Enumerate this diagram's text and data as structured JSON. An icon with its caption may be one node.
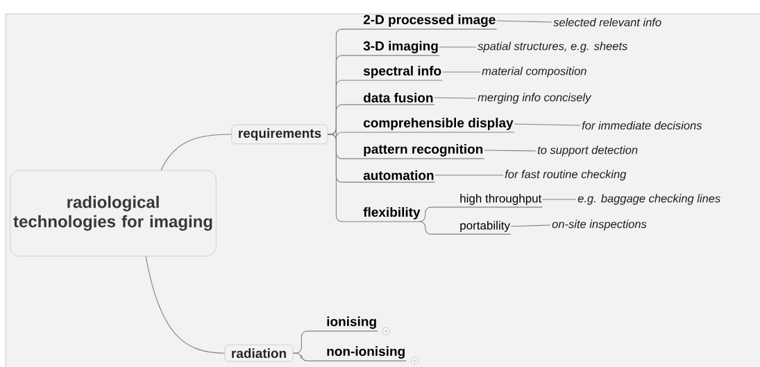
{
  "diagram": {
    "nodes": [
      {
        "text": [
          "radiological technologies for imaging"
        ]
      },
      {
        "text": [
          "requirements"
        ]
      },
      {
        "text": [
          "radiation"
        ]
      },
      {
        "text": [
          "2-D processed image"
        ]
      },
      {
        "text": [
          "selected relevant info"
        ]
      },
      {
        "text": [
          "3-D imaging"
        ]
      },
      {
        "text": [
          "spatial structures, e.g. sheets"
        ]
      },
      {
        "text": [
          "spectral info"
        ]
      },
      {
        "text": [
          "material composition"
        ]
      },
      {
        "text": [
          "data fusion"
        ]
      },
      {
        "text": [
          "merging info concisely"
        ]
      },
      {
        "text": [
          "comprehensible display"
        ]
      },
      {
        "text": [
          "for immediate decisions"
        ]
      },
      {
        "text": [
          "pattern recognition"
        ]
      },
      {
        "text": [
          "to support detection"
        ]
      },
      {
        "text": [
          "automation"
        ]
      },
      {
        "text": [
          "for fast routine checking"
        ]
      },
      {
        "text": [
          "flexibility"
        ]
      },
      {
        "text": [
          "high throughput"
        ]
      },
      {
        "text": [
          "e.g. baggage checking lines"
        ]
      },
      {
        "text": [
          "portability"
        ]
      },
      {
        "text": [
          "on-site inspections"
        ]
      },
      {
        "text": [
          "ionising"
        ]
      },
      {
        "text": [
          "non-ionising"
        ]
      }
    ],
    "edges": [
      {
        "from": 0,
        "to": 1,
        "arrow": "none"
      },
      {
        "from": 0,
        "to": 2,
        "arrow": "none"
      },
      {
        "from": 1,
        "to": 3,
        "arrow": "none"
      },
      {
        "from": 1,
        "to": 5,
        "arrow": "none"
      },
      {
        "from": 1,
        "to": 7,
        "arrow": "none"
      },
      {
        "from": 1,
        "to": 9,
        "arrow": "none"
      },
      {
        "from": 1,
        "to": 11,
        "arrow": "none"
      },
      {
        "from": 1,
        "to": 13,
        "arrow": "none"
      },
      {
        "from": 1,
        "to": 15,
        "arrow": "none"
      },
      {
        "from": 1,
        "to": 17,
        "arrow": "none"
      },
      {
        "from": 3,
        "to": 4,
        "arrow": "none"
      },
      {
        "from": 5,
        "to": 6,
        "arrow": "none"
      },
      {
        "from": 7,
        "to": 8,
        "arrow": "none"
      },
      {
        "from": 9,
        "to": 10,
        "arrow": "none"
      },
      {
        "from": 11,
        "to": 12,
        "arrow": "none"
      },
      {
        "from": 13,
        "to": 14,
        "arrow": "none"
      },
      {
        "from": 15,
        "to": 16,
        "arrow": "none"
      },
      {
        "from": 17,
        "to": 18,
        "arrow": "none"
      },
      {
        "from": 17,
        "to": 20,
        "arrow": "none"
      },
      {
        "from": 18,
        "to": 19,
        "arrow": "none"
      },
      {
        "from": 20,
        "to": 21,
        "arrow": "none"
      },
      {
        "from": 2,
        "to": 22,
        "arrow": "none"
      },
      {
        "from": 2,
        "to": 23,
        "arrow": "none"
      }
    ]
  }
}
